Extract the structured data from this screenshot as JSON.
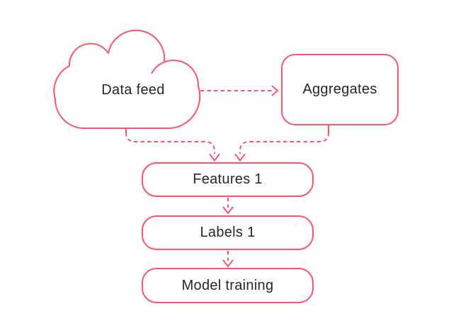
{
  "diagram": {
    "type": "flowchart",
    "background": "#ffffff",
    "colors": {
      "accent": "#f9556e",
      "text": "#26262b"
    },
    "nodes": [
      {
        "id": "data-feed",
        "label": "Data feed",
        "shape": "cloud"
      },
      {
        "id": "aggregates",
        "label": "Aggregates",
        "shape": "rounded-rect"
      },
      {
        "id": "features-1",
        "label": "Features 1",
        "shape": "rounded-rect"
      },
      {
        "id": "labels-1",
        "label": "Labels 1",
        "shape": "rounded-rect"
      },
      {
        "id": "model-training",
        "label": "Model training",
        "shape": "rounded-rect"
      }
    ],
    "edges": [
      {
        "from": "data-feed",
        "to": "aggregates",
        "style": "dashed-arrow",
        "direction": "right"
      },
      {
        "from": "data-feed",
        "to": "features-1",
        "style": "dashed-arrow",
        "direction": "down"
      },
      {
        "from": "aggregates",
        "to": "features-1",
        "style": "dashed-arrow",
        "direction": "down"
      },
      {
        "from": "features-1",
        "to": "labels-1",
        "style": "dashed-arrow",
        "direction": "down"
      },
      {
        "from": "labels-1",
        "to": "model-training",
        "style": "dashed-arrow",
        "direction": "down"
      }
    ]
  }
}
